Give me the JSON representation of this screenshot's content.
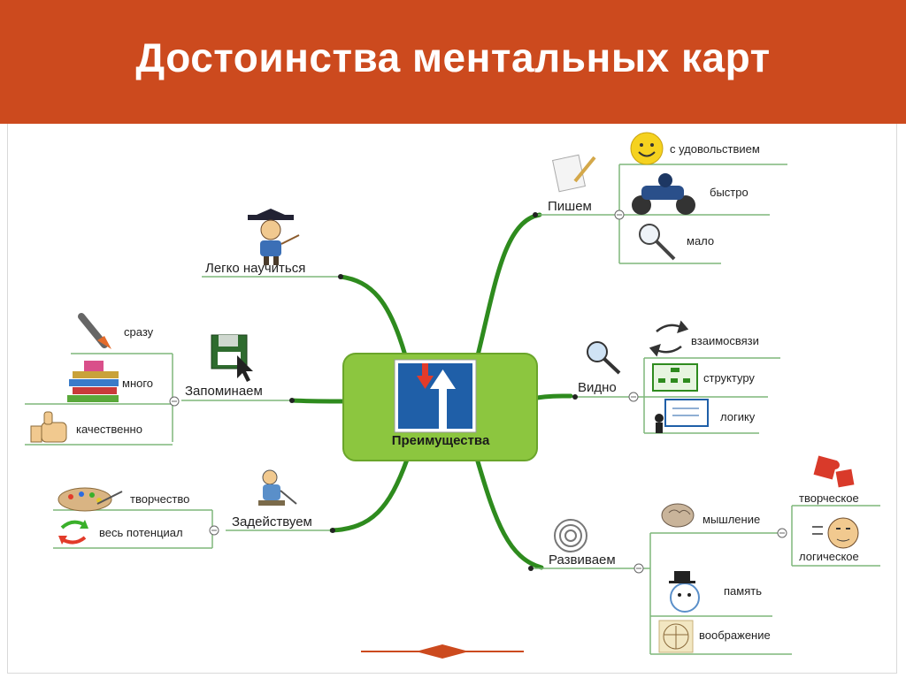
{
  "slide": {
    "title": "Достоинства ментальных карт"
  },
  "center": {
    "label": "Преимущества"
  },
  "branches": {
    "learn": {
      "label": "Легко научиться"
    },
    "remember": {
      "label": "Запоминаем",
      "items": [
        "сразу",
        "много",
        "качественно"
      ]
    },
    "engage": {
      "label": "Задействуем",
      "items": [
        "творчество",
        "весь потенциал"
      ]
    },
    "write": {
      "label": "Пишем",
      "items": [
        "с удовольствием",
        "быстро",
        "мало"
      ]
    },
    "see": {
      "label": "Видно",
      "items": [
        "взаимосвязи",
        "структуру",
        "логику"
      ]
    },
    "develop": {
      "label": "Развиваем",
      "items": [
        "мышление",
        "память",
        "воображение"
      ],
      "thinking": [
        "творческое",
        "логическое"
      ]
    }
  },
  "colors": {
    "header": "#cc4a1e",
    "center_box": "#8cc63f",
    "branch": "#2e8b1e",
    "sign": "#1f5fa8"
  }
}
